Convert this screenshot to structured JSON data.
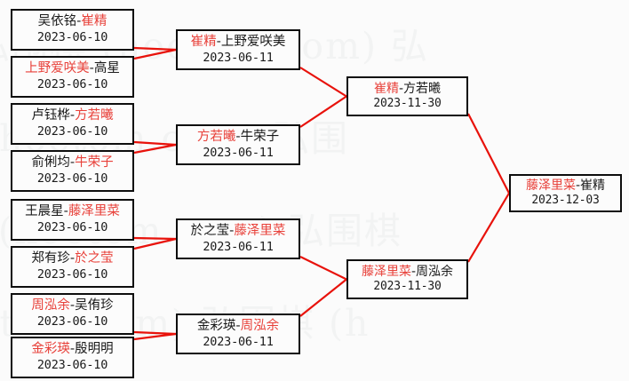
{
  "colors": {
    "winner": "#e8413a",
    "connector": "#e8120b",
    "box_border": "#0d0d0d",
    "text": "#1a1a1a",
    "background": "#fbfbfb",
    "watermark": "#f2f3f3"
  },
  "watermark": {
    "lines": [
      "弘围棋 (hoetom.com) 弘",
      "围棋 (hoetom.com) 弘围",
      "棋 (hoetom.com) 弘围棋",
      "(hoetom.com) 弘围棋 (h"
    ]
  },
  "rounds": [
    {
      "name": "round-1",
      "matches": [
        {
          "left": "吴依铭",
          "right": "崔精",
          "winner": "right",
          "date": "2023-06-10"
        },
        {
          "left": "上野爱咲美",
          "right": "高星",
          "winner": "left",
          "date": "2023-06-10"
        },
        {
          "left": "卢钰桦",
          "right": "方若曦",
          "winner": "right",
          "date": "2023-06-10"
        },
        {
          "left": "俞俐均",
          "right": "牛荣子",
          "winner": "right",
          "date": "2023-06-10"
        },
        {
          "left": "王晨星",
          "right": "藤泽里菜",
          "winner": "right",
          "date": "2023-06-10"
        },
        {
          "left": "郑有珍",
          "right": "於之莹",
          "winner": "right",
          "date": "2023-06-10"
        },
        {
          "left": "周泓余",
          "right": "吴侑珍",
          "winner": "left",
          "date": "2023-06-10"
        },
        {
          "left": "金彩瑛",
          "right": "殷明明",
          "winner": "left",
          "date": "2023-06-10"
        }
      ]
    },
    {
      "name": "round-2",
      "matches": [
        {
          "left": "崔精",
          "right": "上野爱咲美",
          "winner": "left",
          "date": "2023-06-11"
        },
        {
          "left": "方若曦",
          "right": "牛荣子",
          "winner": "left",
          "date": "2023-06-11"
        },
        {
          "left": "於之莹",
          "right": "藤泽里菜",
          "winner": "right",
          "date": "2023-06-11"
        },
        {
          "left": "金彩瑛",
          "right": "周泓余",
          "winner": "right",
          "date": "2023-06-11"
        }
      ]
    },
    {
      "name": "semifinal",
      "matches": [
        {
          "left": "崔精",
          "right": "方若曦",
          "winner": "left",
          "date": "2023-11-30"
        },
        {
          "left": "藤泽里菜",
          "right": "周泓余",
          "winner": "left",
          "date": "2023-11-30"
        }
      ]
    },
    {
      "name": "final",
      "matches": [
        {
          "left": "藤泽里菜",
          "right": "崔精",
          "winner": "left",
          "date": "2023-12-03"
        }
      ]
    }
  ]
}
